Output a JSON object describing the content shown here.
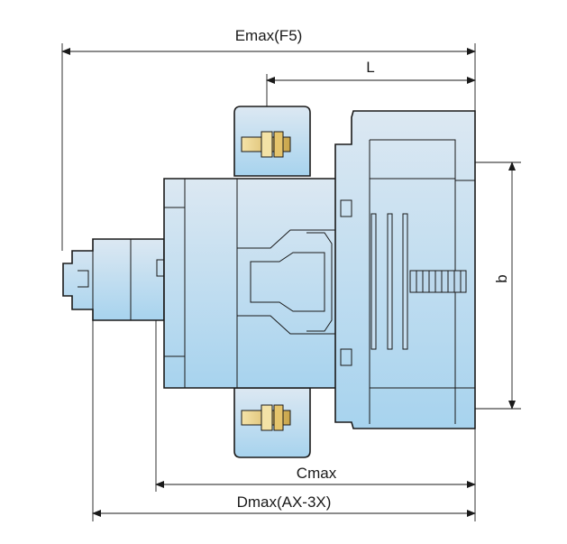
{
  "drawing": {
    "colors": {
      "body_fill_top": "#dbe8f3",
      "body_fill_bottom": "#a8d4ee",
      "line": "#1a1a1a",
      "terminal_gold": "#e7c978",
      "background": "#ffffff"
    },
    "dimensions": {
      "emax": "Emax(F5)",
      "l": "L",
      "b": "b",
      "cmax": "Cmax",
      "dmax": "Dmax(AX-3X)"
    }
  }
}
